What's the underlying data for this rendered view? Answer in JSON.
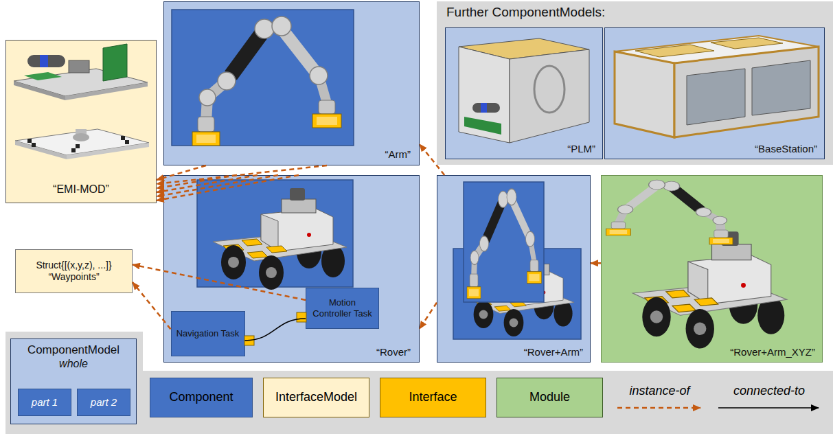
{
  "diagram": {
    "nodes": [
      {
        "text": [
          "“Arm”"
        ]
      },
      {
        "text": [
          "Further ComponentModels:"
        ]
      },
      {
        "text": [
          "“PLM”"
        ],
        "in": 1
      },
      {
        "text": [
          "“BaseStation”"
        ],
        "in": 1
      },
      {
        "text": [
          "“EMI-MOD”"
        ]
      },
      {
        "text": [
          "“Rover”"
        ]
      },
      {
        "text": [
          "Motion Controller Task"
        ],
        "in": 5
      },
      {
        "text": [
          "Navigation Task"
        ],
        "in": 5
      },
      {
        "text": [
          "“Rover+Arm”"
        ]
      },
      {
        "text": [
          "“Rover+Arm_XYZ”"
        ]
      },
      {
        "text": [
          "Struct{[(x,y,z), ...]}",
          "“Waypoints”"
        ]
      },
      {
        "text": [
          "ComponentModel",
          "whole"
        ]
      },
      {
        "text": [
          "part 1"
        ],
        "in": 11
      },
      {
        "text": [
          "part 2"
        ],
        "in": 11
      }
    ],
    "edges": [
      {
        "from": 0,
        "to": 4,
        "arrow": "to"
      },
      {
        "from": 0,
        "to": 4,
        "arrow": "to"
      },
      {
        "from": 5,
        "to": 4,
        "arrow": "to"
      },
      {
        "from": 5,
        "to": 4,
        "arrow": "to"
      },
      {
        "from": 5,
        "to": 4,
        "arrow": "to"
      },
      {
        "from": 5,
        "to": 4,
        "arrow": "to"
      },
      {
        "from": 7,
        "to": 10,
        "arrow": "to"
      },
      {
        "from": 6,
        "to": 10,
        "arrow": "to"
      },
      {
        "from": 7,
        "to": 6,
        "arrow": "none"
      },
      {
        "from": 8,
        "to": 0,
        "arrow": "to"
      },
      {
        "from": 8,
        "to": 5,
        "arrow": "to"
      },
      {
        "from": 9,
        "to": 8,
        "arrow": "to"
      }
    ],
    "legend": [
      {
        "text": "Component",
        "color": "#4472c4"
      },
      {
        "text": "InterfaceModel",
        "color": "#fff2cc"
      },
      {
        "text": "Interface",
        "color": "#ffc000"
      },
      {
        "text": "Module",
        "color": "#a9d18e"
      },
      {
        "text": "instance-of"
      },
      {
        "text": "connected-to"
      }
    ]
  }
}
